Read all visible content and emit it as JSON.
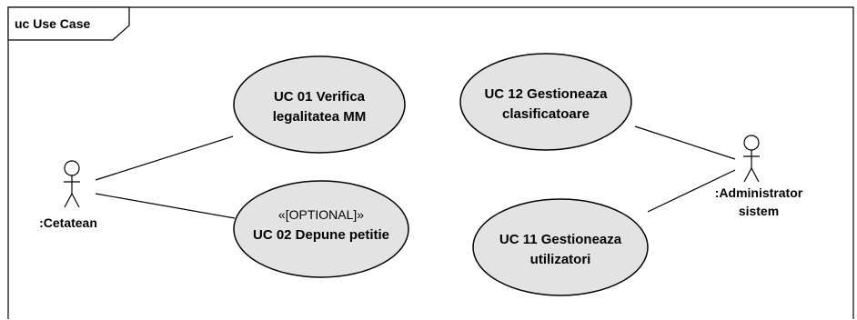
{
  "frame": {
    "title": "uc Use Case"
  },
  "actors": {
    "cetatean": {
      "label": ":Cetatean"
    },
    "administrator": {
      "label_line1": ":Administrator",
      "label_line2": "sistem"
    }
  },
  "use_cases": {
    "uc01": {
      "line1": "UC 01 Verifica",
      "line2": "legalitatea MM"
    },
    "uc02": {
      "stereotype": "«[OPTIONAL]»",
      "line1": "UC 02 Depune petitie"
    },
    "uc12": {
      "line1": "UC 12 Gestioneaza",
      "line2": "clasificatoare"
    },
    "uc11": {
      "line1": "UC 11 Gestioneaza",
      "line2": "utilizatori"
    }
  }
}
